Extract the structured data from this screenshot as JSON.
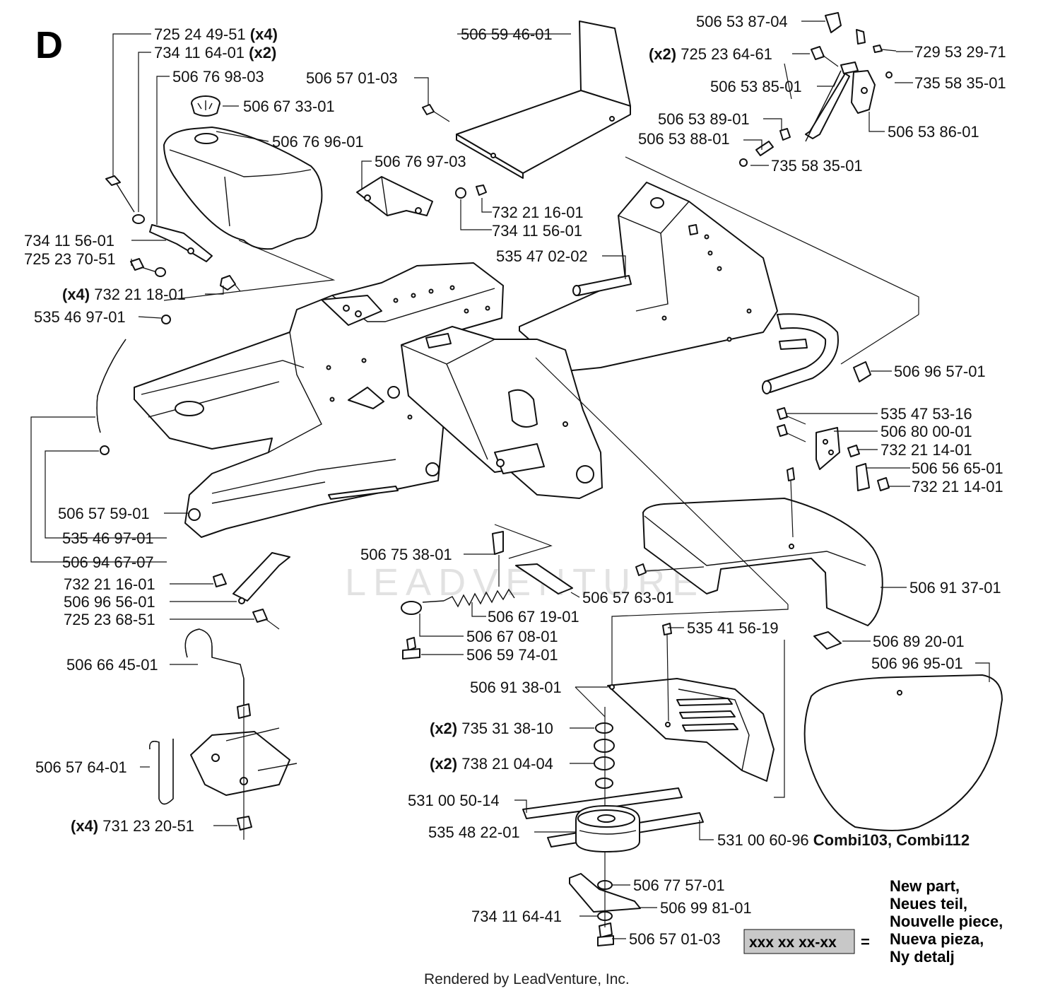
{
  "section_letter": "D",
  "watermark": "LEADVENTURE",
  "footer": "Rendered by LeadVenture, Inc.",
  "part_labels": [
    {
      "number": "725 24 49-51",
      "qty": "(x4)"
    },
    {
      "number": "734 11 64-01",
      "qty": "(x2)"
    },
    {
      "number": "506 76 98-03",
      "qty": ""
    },
    {
      "number": "506 67 33-01",
      "qty": ""
    },
    {
      "number": "506 76 96-01",
      "qty": ""
    },
    {
      "number": "734 11 56-01",
      "qty": ""
    },
    {
      "number": "725 23 70-51",
      "qty": ""
    },
    {
      "number": "732 21 18-01",
      "qty": "(x4)"
    },
    {
      "number": "535 46 97-01",
      "qty": ""
    },
    {
      "number": "506 59 46-01",
      "qty": ""
    },
    {
      "number": "506 57 01-03",
      "qty": ""
    },
    {
      "number": "506 76 97-03",
      "qty": ""
    },
    {
      "number": "732 21 16-01",
      "qty": ""
    },
    {
      "number": "734 11 56-01",
      "qty": ""
    },
    {
      "number": "535 47 02-02",
      "qty": ""
    },
    {
      "number": "506 53 87-04",
      "qty": ""
    },
    {
      "number": "725 23 64-61",
      "qty": "(x2)"
    },
    {
      "number": "729 53 29-71",
      "qty": ""
    },
    {
      "number": "506 53 85-01",
      "qty": ""
    },
    {
      "number": "735 58 35-01",
      "qty": ""
    },
    {
      "number": "506 53 89-01",
      "qty": ""
    },
    {
      "number": "506 53 86-01",
      "qty": ""
    },
    {
      "number": "506 53 88-01",
      "qty": ""
    },
    {
      "number": "735 58 35-01",
      "qty": ""
    },
    {
      "number": "506 96 57-01",
      "qty": ""
    },
    {
      "number": "535 47 53-16",
      "qty": ""
    },
    {
      "number": "506 80 00-01",
      "qty": ""
    },
    {
      "number": "732 21 14-01",
      "qty": ""
    },
    {
      "number": "506 56 65-01",
      "qty": ""
    },
    {
      "number": "732 21 14-01",
      "qty": ""
    },
    {
      "number": "506 57 59-01",
      "qty": ""
    },
    {
      "number": "535 46 97-01",
      "qty": ""
    },
    {
      "number": "506 94 67-07",
      "qty": ""
    },
    {
      "number": "732 21 16-01",
      "qty": ""
    },
    {
      "number": "506 96 56-01",
      "qty": ""
    },
    {
      "number": "725 23 68-51",
      "qty": ""
    },
    {
      "number": "506 66 45-01",
      "qty": ""
    },
    {
      "number": "506 57 64-01",
      "qty": ""
    },
    {
      "number": "731 23 20-51",
      "qty": "(x4)"
    },
    {
      "number": "506 75 38-01",
      "qty": ""
    },
    {
      "number": "506 57 63-01",
      "qty": ""
    },
    {
      "number": "506 67 19-01",
      "qty": ""
    },
    {
      "number": "506 67 08-01",
      "qty": ""
    },
    {
      "number": "506 59 74-01",
      "qty": ""
    },
    {
      "number": "506 91 37-01",
      "qty": ""
    },
    {
      "number": "535 41 56-19",
      "qty": ""
    },
    {
      "number": "506 89 20-01",
      "qty": ""
    },
    {
      "number": "506 96 95-01",
      "qty": ""
    },
    {
      "number": "506 91 38-01",
      "qty": ""
    },
    {
      "number": "735 31 38-10",
      "qty": "(x2)"
    },
    {
      "number": "738 21 04-04",
      "qty": "(x2)"
    },
    {
      "number": "531 00 50-14",
      "qty": ""
    },
    {
      "number": "535 48 22-01",
      "qty": ""
    },
    {
      "number": "531 00 60-96",
      "qty": "",
      "note": "Combi103, Combi112"
    },
    {
      "number": "506 77 57-01",
      "qty": ""
    },
    {
      "number": "506 99 81-01",
      "qty": ""
    },
    {
      "number": "734 11 64-41",
      "qty": ""
    },
    {
      "number": "506 57 01-03",
      "qty": ""
    }
  ],
  "legend": {
    "swatch_text": "xxx xx xx-xx",
    "equals": "=",
    "lines": [
      "New part,",
      "Neues teil,",
      "Nouvelle piece,",
      "Nueva pieza,",
      "Ny detalj"
    ]
  },
  "colors": {
    "ink": "#111111",
    "swatch_fill": "#c8c8c8",
    "watermark": "#e2e2e2"
  }
}
